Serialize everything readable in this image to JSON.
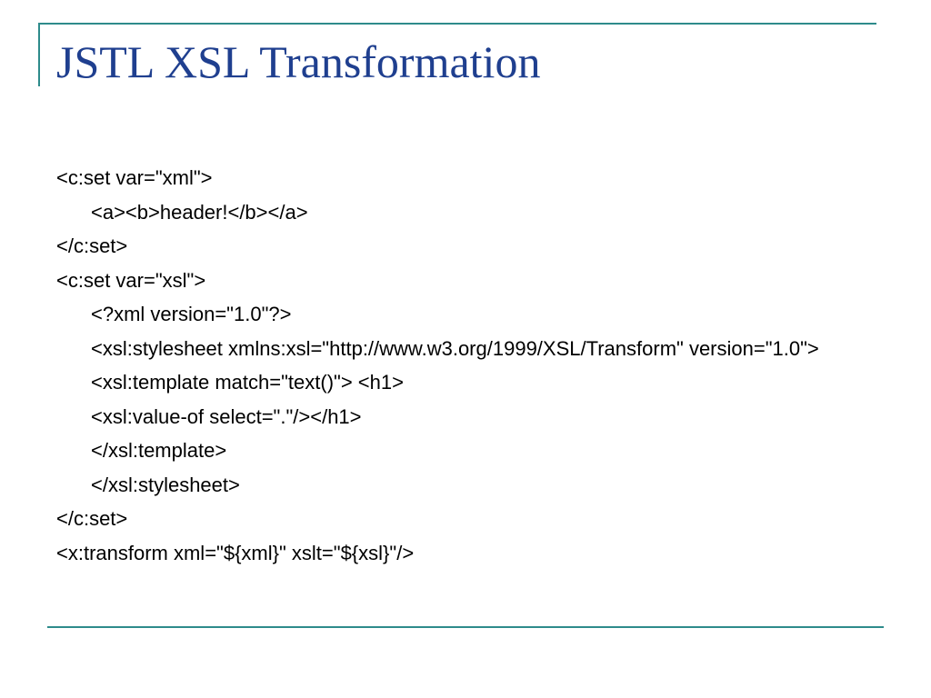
{
  "slide": {
    "title": "JSTL XSL Transformation",
    "lines": [
      {
        "level": 1,
        "text": "<c:set var=\"xml\">"
      },
      {
        "level": 2,
        "text": "<a><b>header!</b></a>"
      },
      {
        "level": 1,
        "text": "</c:set>"
      },
      {
        "level": 1,
        "text": "<c:set var=\"xsl\">"
      },
      {
        "level": 2,
        "text": "<?xml version=\"1.0\"?>"
      },
      {
        "level": 2,
        "text": "<xsl:stylesheet xmlns:xsl=\"http://www.w3.org/1999/XSL/Transform\" version=\"1.0\">"
      },
      {
        "level": 2,
        "text": "<xsl:template match=\"text()\"> <h1>"
      },
      {
        "level": 2,
        "text": "<xsl:value-of select=\".\"/></h1>"
      },
      {
        "level": 2,
        "text": "</xsl:template>"
      },
      {
        "level": 2,
        "text": "</xsl:stylesheet>"
      },
      {
        "level": 1,
        "text": "</c:set>"
      },
      {
        "level": 1,
        "text": "<x:transform xml=\"${xml}\" xslt=\"${xsl}\"/>"
      }
    ]
  },
  "colors": {
    "title": "#1f3f8f",
    "accent": "#2e8b8b",
    "body_text": "#000000",
    "background": "#ffffff"
  }
}
